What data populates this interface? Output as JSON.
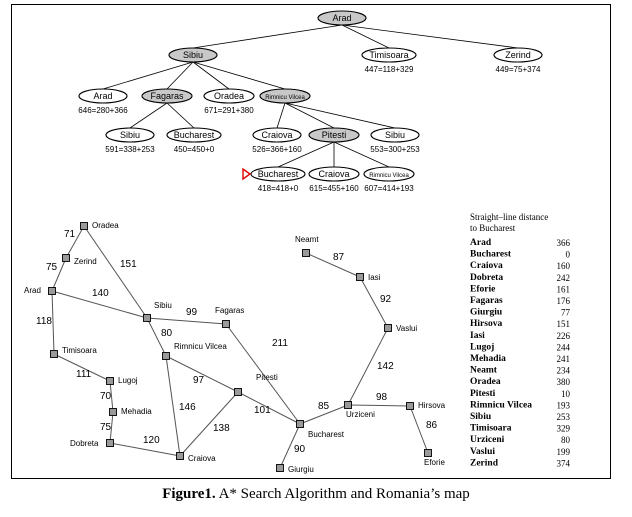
{
  "tree": {
    "nodes": [
      {
        "id": "arad_root",
        "label": "Arad",
        "fill": "#c8c8c8"
      },
      {
        "id": "sibiu",
        "label": "Sibiu",
        "fill": "#c8c8c8"
      },
      {
        "id": "timisoara",
        "label": "Timisoara",
        "fill": "#ffffff",
        "value": "447=118+329"
      },
      {
        "id": "zerind",
        "label": "Zerind",
        "fill": "#ffffff",
        "value": "449=75+374"
      },
      {
        "id": "arad2",
        "label": "Arad",
        "fill": "#ffffff",
        "value": "646=280+366"
      },
      {
        "id": "fagaras",
        "label": "Fagaras",
        "fill": "#c8c8c8"
      },
      {
        "id": "oradea",
        "label": "Oradea",
        "fill": "#ffffff",
        "value": "671=291+380"
      },
      {
        "id": "rimnicu",
        "label": "Rimnicu Vilcea",
        "fill": "#c8c8c8"
      },
      {
        "id": "sibiu2",
        "label": "Sibiu",
        "fill": "#ffffff",
        "value": "591=338+253"
      },
      {
        "id": "bucharest1",
        "label": "Bucharest",
        "fill": "#ffffff",
        "value": "450=450+0"
      },
      {
        "id": "craiova1",
        "label": "Craiova",
        "fill": "#ffffff",
        "value": "526=366+160"
      },
      {
        "id": "pitesti",
        "label": "Pitesti",
        "fill": "#c8c8c8"
      },
      {
        "id": "sibiu3",
        "label": "Sibiu",
        "fill": "#ffffff",
        "value": "553=300+253"
      },
      {
        "id": "bucharest2",
        "label": "Bucharest",
        "fill": "#ffffff",
        "value": "418=418+0"
      },
      {
        "id": "craiova2",
        "label": "Craiova",
        "fill": "#ffffff",
        "value": "615=455+160"
      },
      {
        "id": "rimnicu2",
        "label": "Rimnicu Vilcea",
        "fill": "#ffffff",
        "value": "607=414+193"
      }
    ],
    "edges": [
      [
        "arad_root",
        "sibiu"
      ],
      [
        "arad_root",
        "timisoara"
      ],
      [
        "arad_root",
        "zerind"
      ],
      [
        "sibiu",
        "arad2"
      ],
      [
        "sibiu",
        "fagaras"
      ],
      [
        "sibiu",
        "oradea"
      ],
      [
        "sibiu",
        "rimnicu"
      ],
      [
        "fagaras",
        "sibiu2"
      ],
      [
        "fagaras",
        "bucharest1"
      ],
      [
        "rimnicu",
        "craiova1"
      ],
      [
        "rimnicu",
        "pitesti"
      ],
      [
        "rimnicu",
        "sibiu3"
      ],
      [
        "pitesti",
        "bucharest2"
      ],
      [
        "pitesti",
        "craiova2"
      ],
      [
        "pitesti",
        "rimnicu2"
      ]
    ],
    "goal_marker_color": "#e00000"
  },
  "map": {
    "cities": [
      {
        "id": "oradea",
        "label": "Oradea"
      },
      {
        "id": "zerind",
        "label": "Zerind"
      },
      {
        "id": "arad",
        "label": "Arad"
      },
      {
        "id": "timisoara",
        "label": "Timisoara"
      },
      {
        "id": "lugoj",
        "label": "Lugoj"
      },
      {
        "id": "mehadia",
        "label": "Mehadia"
      },
      {
        "id": "dobreta",
        "label": "Dobreta"
      },
      {
        "id": "craiova",
        "label": "Craiova"
      },
      {
        "id": "sibiu",
        "label": "Sibiu"
      },
      {
        "id": "rimnicu",
        "label": "Rimnicu Vilcea"
      },
      {
        "id": "fagaras",
        "label": "Fagaras"
      },
      {
        "id": "pitesti",
        "label": "Pitesti"
      },
      {
        "id": "bucharest",
        "label": "Bucharest"
      },
      {
        "id": "giurgiu",
        "label": "Giurgiu"
      },
      {
        "id": "urziceni",
        "label": "Urziceni"
      },
      {
        "id": "hirsova",
        "label": "Hirsova"
      },
      {
        "id": "eforie",
        "label": "Eforie"
      },
      {
        "id": "vaslui",
        "label": "Vaslui"
      },
      {
        "id": "iasi",
        "label": "Iasi"
      },
      {
        "id": "neamt",
        "label": "Neamt"
      }
    ],
    "roads": [
      {
        "a": "oradea",
        "b": "zerind",
        "d": "71"
      },
      {
        "a": "zerind",
        "b": "arad",
        "d": "75"
      },
      {
        "a": "oradea",
        "b": "sibiu",
        "d": "151"
      },
      {
        "a": "arad",
        "b": "sibiu",
        "d": "140"
      },
      {
        "a": "arad",
        "b": "timisoara",
        "d": "118"
      },
      {
        "a": "timisoara",
        "b": "lugoj",
        "d": "111"
      },
      {
        "a": "lugoj",
        "b": "mehadia",
        "d": "70"
      },
      {
        "a": "mehadia",
        "b": "dobreta",
        "d": "75"
      },
      {
        "a": "dobreta",
        "b": "craiova",
        "d": "120"
      },
      {
        "a": "sibiu",
        "b": "fagaras",
        "d": "99"
      },
      {
        "a": "sibiu",
        "b": "rimnicu",
        "d": "80"
      },
      {
        "a": "rimnicu",
        "b": "pitesti",
        "d": "97"
      },
      {
        "a": "rimnicu",
        "b": "craiova",
        "d": "146"
      },
      {
        "a": "craiova",
        "b": "pitesti",
        "d": "138"
      },
      {
        "a": "pitesti",
        "b": "bucharest",
        "d": "101"
      },
      {
        "a": "fagaras",
        "b": "bucharest",
        "d": "211"
      },
      {
        "a": "bucharest",
        "b": "giurgiu",
        "d": "90"
      },
      {
        "a": "bucharest",
        "b": "urziceni",
        "d": "85"
      },
      {
        "a": "urziceni",
        "b": "hirsova",
        "d": "98"
      },
      {
        "a": "hirsova",
        "b": "eforie",
        "d": "86"
      },
      {
        "a": "urziceni",
        "b": "vaslui",
        "d": "142"
      },
      {
        "a": "vaslui",
        "b": "iasi",
        "d": "92"
      },
      {
        "a": "iasi",
        "b": "neamt",
        "d": "87"
      }
    ]
  },
  "table": {
    "header_line1": "Straight–line distance",
    "header_line2": "to Bucharest",
    "rows": [
      {
        "city": "Arad",
        "dist": "366"
      },
      {
        "city": "Bucharest",
        "dist": "0"
      },
      {
        "city": "Craiova",
        "dist": "160"
      },
      {
        "city": "Dobreta",
        "dist": "242"
      },
      {
        "city": "Eforie",
        "dist": "161"
      },
      {
        "city": "Fagaras",
        "dist": "176"
      },
      {
        "city": "Giurgiu",
        "dist": "77"
      },
      {
        "city": "Hirsova",
        "dist": "151"
      },
      {
        "city": "Iasi",
        "dist": "226"
      },
      {
        "city": "Lugoj",
        "dist": "244"
      },
      {
        "city": "Mehadia",
        "dist": "241"
      },
      {
        "city": "Neamt",
        "dist": "234"
      },
      {
        "city": "Oradea",
        "dist": "380"
      },
      {
        "city": "Pitesti",
        "dist": "10"
      },
      {
        "city": "Rimnicu Vilcea",
        "dist": "193"
      },
      {
        "city": "Sibiu",
        "dist": "253"
      },
      {
        "city": "Timisoara",
        "dist": "329"
      },
      {
        "city": "Urziceni",
        "dist": "80"
      },
      {
        "city": "Vaslui",
        "dist": "199"
      },
      {
        "city": "Zerind",
        "dist": "374"
      }
    ]
  },
  "caption": {
    "label": "Figure1.",
    "text": " A* Search Algorithm and Romania’s map"
  }
}
